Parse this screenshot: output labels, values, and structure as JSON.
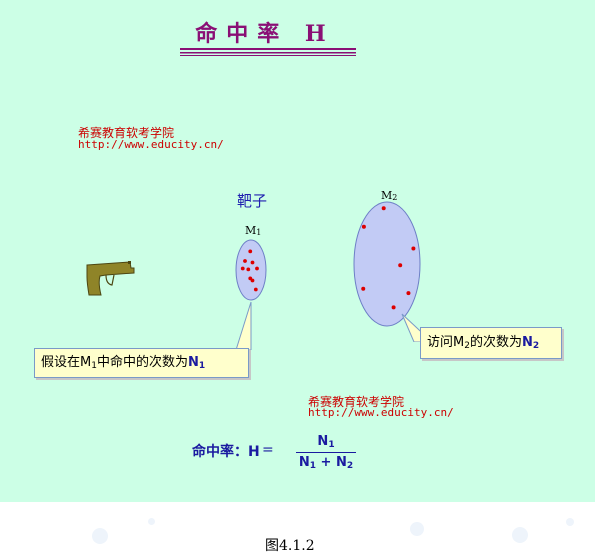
{
  "title": "命中率 H",
  "watermark_top": {
    "name": "希赛教育软考学院",
    "url": "http://www.educity.cn/"
  },
  "watermark_bottom": {
    "name": "希赛教育软考学院",
    "url": "http://www.educity.cn/"
  },
  "target_label": "靶子",
  "target_m1": {
    "label": "M",
    "label_sub": "1",
    "hits": [
      [
        -0.05,
        -0.62
      ],
      [
        -0.4,
        -0.3
      ],
      [
        0.1,
        -0.25
      ],
      [
        -0.55,
        -0.05
      ],
      [
        -0.18,
        -0.02
      ],
      [
        0.4,
        -0.05
      ],
      [
        -0.05,
        0.28
      ],
      [
        0.1,
        0.35
      ],
      [
        0.32,
        0.65
      ]
    ]
  },
  "target_m2": {
    "label": "M",
    "label_sub": "2",
    "hits": [
      [
        -0.1,
        -0.9
      ],
      [
        -0.7,
        -0.6
      ],
      [
        0.8,
        -0.25
      ],
      [
        0.4,
        0.02
      ],
      [
        -0.72,
        0.4
      ],
      [
        0.65,
        0.47
      ],
      [
        0.2,
        0.7
      ]
    ]
  },
  "callout_left": {
    "text": "假设在M",
    "sub": "1",
    "text2": "中命中的次数为",
    "n": "N",
    "n_sub": "1"
  },
  "callout_right": {
    "text": "访问M",
    "sub": "2",
    "text2": "的次数为",
    "n": "N",
    "n_sub": "2"
  },
  "formula": {
    "lead": "命中率：H",
    "equals": "=",
    "numerator": "N",
    "numerator_sub": "1",
    "den_a": "N",
    "den_a_sub": "1",
    "den_plus": "+",
    "den_b": "N",
    "den_b_sub": "2"
  },
  "figure_caption": "图4.1.2",
  "colors": {
    "background": "#ccffe6",
    "title": "#8a0f75",
    "watermark": "#cc0000",
    "target_fill": "#c2cbf5",
    "target_stroke": "#6d7fc6",
    "hit": "#dd0000",
    "callout_fill": "#ffffcc",
    "formula": "#1a1aa0",
    "gun": "#8f8428"
  }
}
